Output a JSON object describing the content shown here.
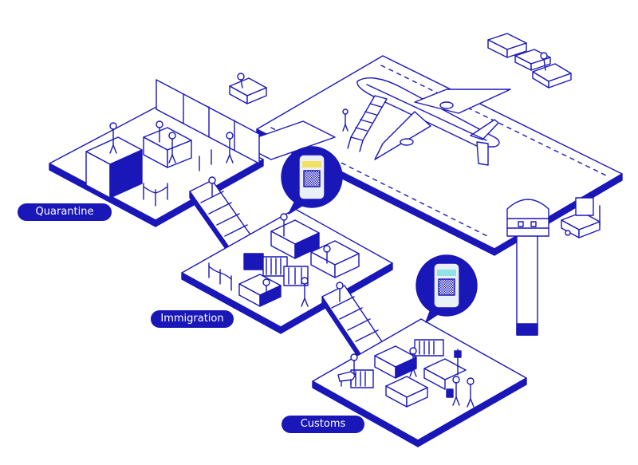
{
  "colors": {
    "ink": "#1a17b8",
    "white": "#ffffff",
    "screen": "#e9f0f8",
    "accent_yellow": "#f3e060",
    "accent_teal": "#8fe3e6"
  },
  "zones": [
    {
      "label": "Quarantine"
    },
    {
      "label": "Immigration"
    },
    {
      "label": "Customs"
    }
  ],
  "icons": [
    "airplane-icon",
    "control-tower-icon",
    "qr-phone-icon",
    "escalator-icon",
    "luggage-tug-icon",
    "forklift-icon",
    "baggage-cart-icon",
    "person-icon",
    "dog-icon",
    "gate-icon"
  ]
}
